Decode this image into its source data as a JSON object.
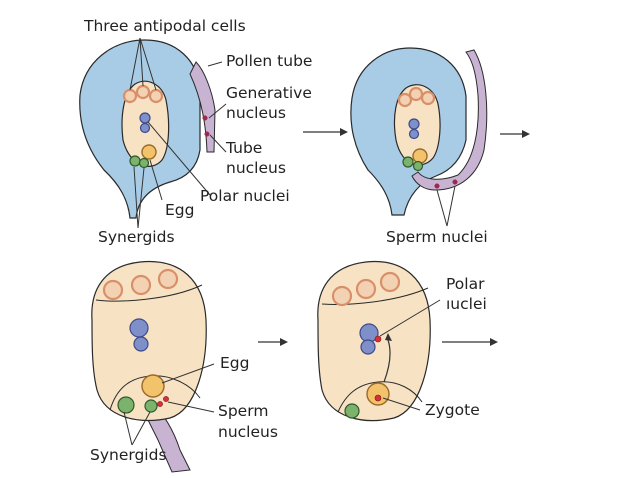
{
  "labels": {
    "antipodal": "Three antipodal cells",
    "pollen_tube": "Pollen tube",
    "generative_1": "Generative",
    "generative_2": "nucleus",
    "tube_1": "Tube",
    "tube_2": "nucleus",
    "polar_nuclei": "Polar nuclei",
    "egg_top": "Egg",
    "synergids_top": "Synergids",
    "sperm_nuclei": "Sperm nuclei",
    "egg_bottom": "Egg",
    "sperm_1": "Sperm",
    "sperm_2": "nucleus",
    "synergids_bottom": "Synergids",
    "polar_1": "Polar",
    "polar_2": "ıuclei",
    "zygote": "Zygote"
  },
  "colors": {
    "integument": "#a9cce6",
    "integument_stroke": "#2a2a2a",
    "embryo_sac": "#f7e3c4",
    "antipodal": "#d9906a",
    "antipodal_inner": "#f3d2b4",
    "polar": "#7f8fc9",
    "egg": "#f2c36b",
    "synergid": "#7bb26c",
    "pollen_tube": "#c9b3d2",
    "sperm": "#9a2a4a",
    "red_nucleus": "#d83038"
  }
}
